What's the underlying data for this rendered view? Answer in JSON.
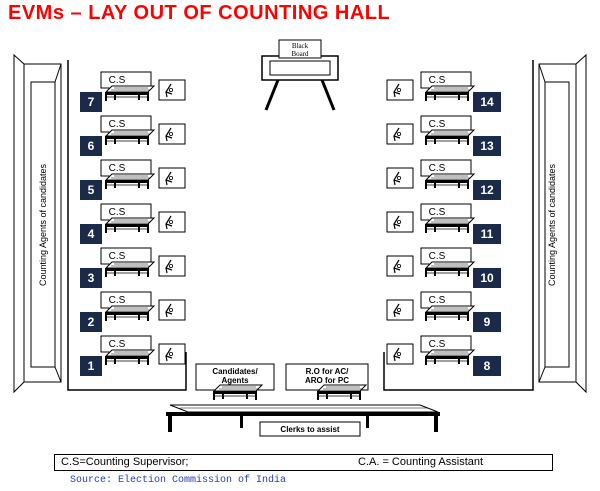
{
  "title": "EVMs – LAY OUT OF COUNTING HALL",
  "black_board": {
    "line1": "Black",
    "line2": "Board"
  },
  "agents_label": "Counting Agents of candidates",
  "cs_label": "C.S",
  "left_tables": [
    "7",
    "6",
    "5",
    "4",
    "3",
    "2",
    "1"
  ],
  "right_tables": [
    "14",
    "13",
    "12",
    "11",
    "10",
    "9",
    "8"
  ],
  "candidates_table": {
    "line1": "Candidates/",
    "line2": "Agents"
  },
  "ro_table": {
    "line1": "R.O for AC/",
    "line2": "ARO for PC"
  },
  "clerks_label": "Clerks to assist",
  "legend": {
    "cs": "C.S=Counting Supervisor;",
    "ca": "C.A. = Counting Assistant"
  },
  "source": "Source: Election Commission of India"
}
